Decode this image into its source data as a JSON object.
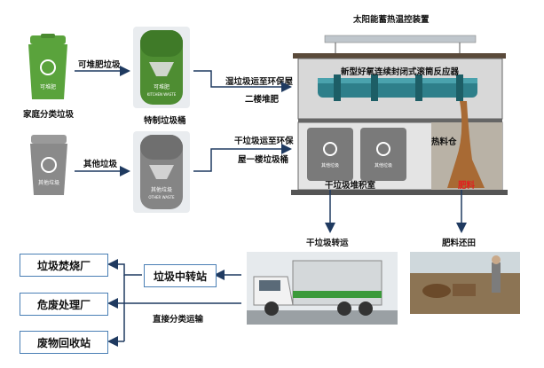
{
  "labels": {
    "solar_device": "太阳能蓄热温控装置",
    "reactor": "新型好氧连续封闭式滚筒反应器",
    "compost_bin_arrow": "可堆肥垃圾",
    "household_bin": "家庭分类垃圾",
    "special_bin": "特制垃圾桶",
    "wet_to_eco": "湿垃圾运至环保屋",
    "second_floor_compost": "二楼堆肥",
    "other_bin_arrow": "其他垃圾",
    "dry_to_eco": "干垃圾运至环保",
    "first_floor_bin": "屋一楼垃圾桶",
    "dry_storage": "干垃圾堆积室",
    "hot_silo": "热料仓",
    "fertilizer": "肥料",
    "dry_transport": "干垃圾转运",
    "fertilizer_field": "肥料还田",
    "transfer_station": "垃圾中转站",
    "incineration_plant": "垃圾焚烧厂",
    "hazardous_plant": "危废处理厂",
    "recycling_station": "废物回收站",
    "direct_transport": "直接分类运输"
  },
  "bins": {
    "kitchen_cn": "可堆肥",
    "kitchen_en": "KITCHEN WASTE",
    "other_cn": "其他垃圾",
    "other_en": "OTHER WASTE"
  },
  "colors": {
    "green": "#5aa33c",
    "grey": "#8a8a8a",
    "arrow": "#1f3a60",
    "box_border": "#4a7fb5",
    "fertilizer_red": "#e02020",
    "pipe": "#2e7f8a"
  }
}
